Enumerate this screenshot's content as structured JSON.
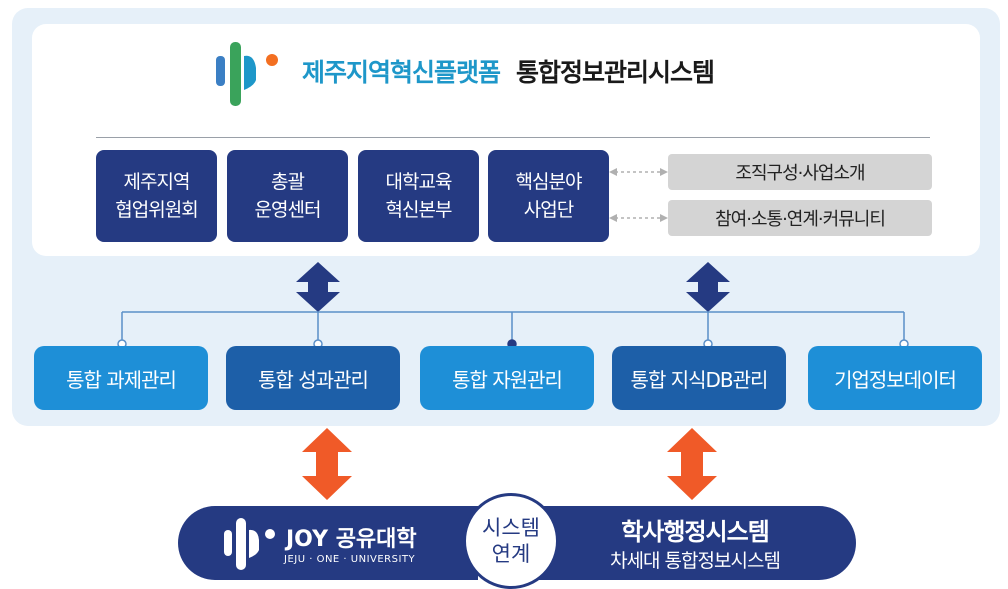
{
  "header": {
    "title_region": "제주지역혁신플랫폼",
    "title_system": "통합정보관리시스템"
  },
  "org_units": [
    {
      "label": "제주지역\n협업위원회"
    },
    {
      "label": "총괄\n운영센터"
    },
    {
      "label": "대학교육\n혁신본부"
    },
    {
      "label": "핵심분야\n사업단"
    }
  ],
  "side_items": [
    {
      "label": "조직구성·사업소개"
    },
    {
      "label": "참여·소통·연계·커뮤니티"
    }
  ],
  "modules": [
    {
      "label": "통합 과제관리"
    },
    {
      "label": "통합 성과관리"
    },
    {
      "label": "통합 자원관리"
    },
    {
      "label": "통합 지식DB관리"
    },
    {
      "label": "기업정보데이터"
    }
  ],
  "bottom": {
    "joy_name": "JOY 공유대학",
    "joy_sub": "JEJU · ONE · UNIVERSITY",
    "link_line1": "시스템",
    "link_line2": "연계",
    "haksa_title": "학사행정시스템",
    "haksa_sub": "차세대 통합정보시스템"
  },
  "colors": {
    "navy": "#253a82",
    "module_light": "#1e8fd7",
    "module_dark": "#1d5fa8",
    "connector_arrow": "#f05a28",
    "logo_blue": "#1e97c9",
    "logo_green": "#3aa35b",
    "logo_orange": "#f36f21"
  }
}
